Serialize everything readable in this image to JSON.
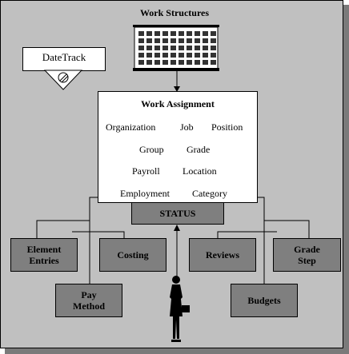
{
  "title": "Work Structures",
  "datetrack": {
    "label": "DateTrack",
    "icon": "clock-icon"
  },
  "work_assignment": {
    "title": "Work Assignment",
    "items": {
      "organization": "Organization",
      "job": "Job",
      "position": "Position",
      "group": "Group",
      "grade": "Grade",
      "payroll": "Payroll",
      "location": "Location",
      "employment": "Employment",
      "category": "Category"
    }
  },
  "status": "STATUS",
  "boxes": {
    "element_entries": {
      "line1": "Element",
      "line2": "Entries"
    },
    "costing": "Costing",
    "reviews": "Reviews",
    "grade_step": {
      "line1": "Grade",
      "line2": "Step"
    },
    "pay_method": {
      "line1": "Pay",
      "line2": "Method"
    },
    "budgets": "Budgets"
  },
  "colors": {
    "background": "#c0c0c0",
    "box_fill": "#7f7f7f",
    "shadow": "#7a7a7a"
  }
}
